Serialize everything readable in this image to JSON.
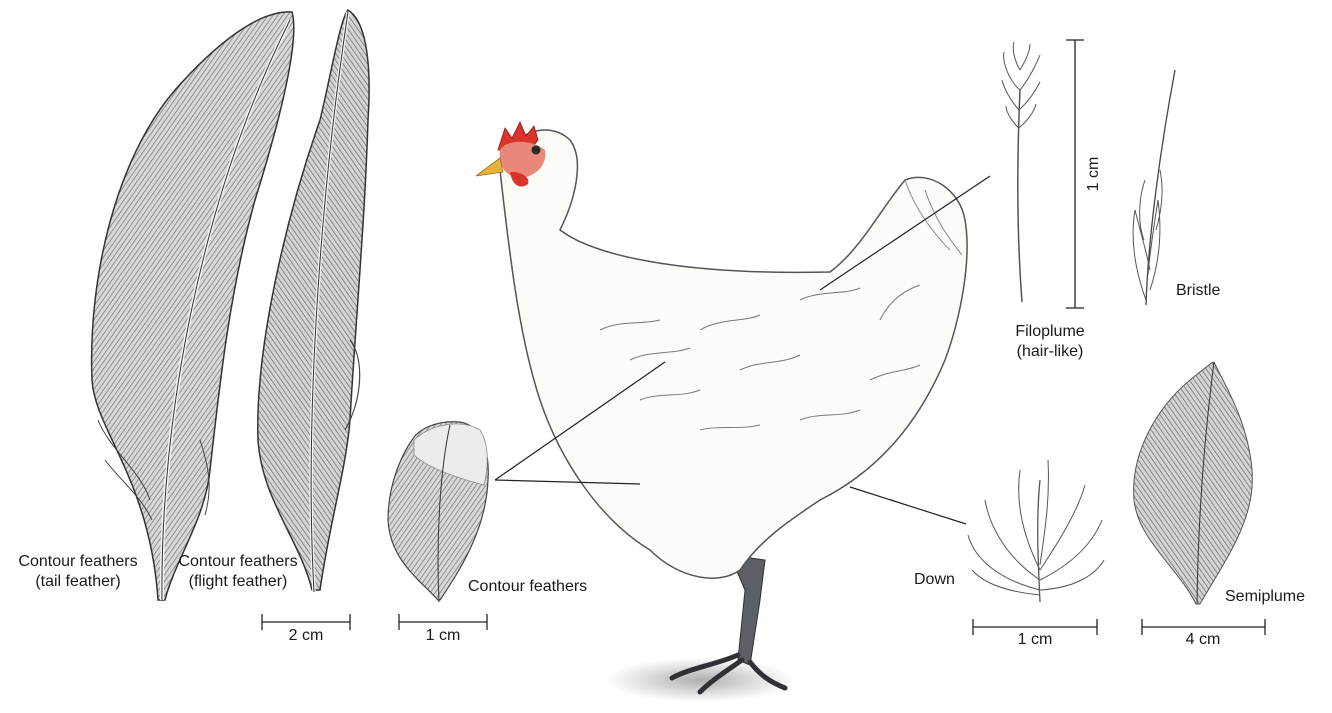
{
  "labels": {
    "tail_feather": [
      "Contour feathers",
      "(tail feather)"
    ],
    "flight_feather": [
      "Contour feathers",
      "(flight feather)"
    ],
    "body_contour": "Contour feathers",
    "filoplume": [
      "Filoplume",
      "(hair-like)"
    ],
    "bristle": "Bristle",
    "down": "Down",
    "semiplume": "Semiplume"
  },
  "scale_bars": {
    "flight": "2 cm",
    "contour": "1 cm",
    "filoplume": "1 cm",
    "down": "1 cm",
    "semiplume": "4 cm"
  },
  "colors": {
    "ink": "#3a3a3a",
    "feather_fill": "#cfcfcf",
    "hen_body": "#fbfbf8",
    "comb": "#d9332b",
    "beak": "#e8b23a",
    "legs": "#5c5f66"
  }
}
